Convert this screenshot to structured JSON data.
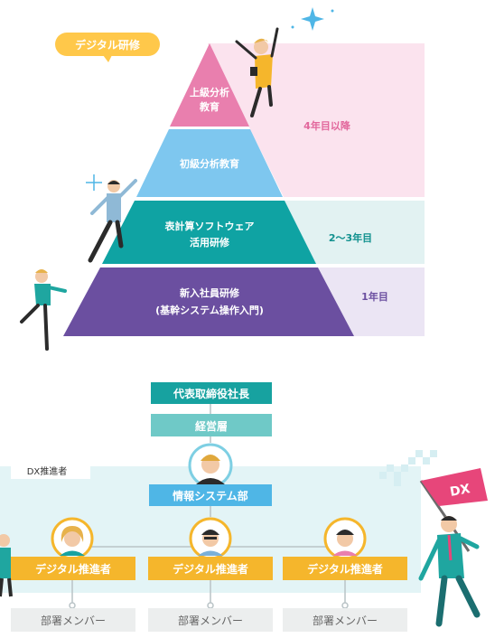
{
  "pyramid": {
    "badge": "デジタル研修",
    "colors": {
      "pink": "#e97fae",
      "blue": "#7ec7ef",
      "teal": "#0fa3a3",
      "purple": "#6b4fa0"
    },
    "levels": [
      {
        "line1": "上級分析",
        "line2": "教育"
      },
      {
        "line1": "初級分析教育",
        "line2": ""
      },
      {
        "line1": "表計算ソフトウェア",
        "line2": "活用研修"
      },
      {
        "line1": "新入社員研修",
        "line2": "(基幹システム操作入門)"
      }
    ],
    "years": {
      "upper": "4年目以降",
      "mid": "2〜3年目",
      "first": "1年目"
    }
  },
  "org": {
    "ceo": "代表取締役社長",
    "management": "経営層",
    "dx_label": "DX推進者",
    "it_dept": "情報システム部",
    "promoters": [
      "デジタル推進者",
      "デジタル推進者",
      "デジタル推進者"
    ],
    "members": [
      "部署メンバー",
      "部署メンバー",
      "部署メンバー"
    ],
    "flag_text": "DX"
  }
}
